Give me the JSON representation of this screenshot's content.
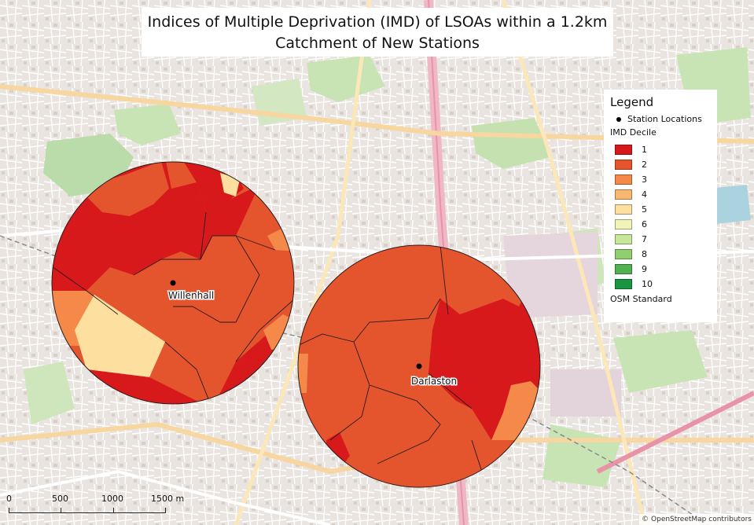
{
  "title_line1": "Indices of Multiple Deprivation (IMD) of LSOAs within a 1.2km",
  "title_line2": "Catchment of New Stations",
  "legend": {
    "title": "Legend",
    "station_label": "Station Locations",
    "decile_title": "IMD Decile",
    "deciles": [
      {
        "label": "1",
        "color": "#d7191c"
      },
      {
        "label": "2",
        "color": "#e4552e"
      },
      {
        "label": "3",
        "color": "#f4894a"
      },
      {
        "label": "4",
        "color": "#f9b771"
      },
      {
        "label": "5",
        "color": "#fde0a0"
      },
      {
        "label": "6",
        "color": "#f0f4b8"
      },
      {
        "label": "7",
        "color": "#c7e69a"
      },
      {
        "label": "8",
        "color": "#8fcf6e"
      },
      {
        "label": "9",
        "color": "#51b04f"
      },
      {
        "label": "10",
        "color": "#1a9641"
      }
    ],
    "basemap_label": "OSM Standard"
  },
  "stations": [
    {
      "name": "Willenhall"
    },
    {
      "name": "Darlaston"
    }
  ],
  "scalebar": {
    "labels": [
      "0",
      "500",
      "1000",
      "1500 m"
    ]
  },
  "attribution": "© OpenStreetMap contributors"
}
